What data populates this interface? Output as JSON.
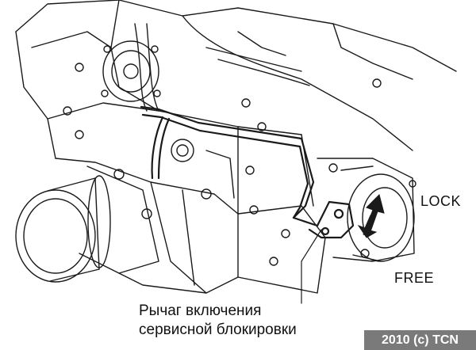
{
  "labels": {
    "lock": "LOCK",
    "free": "FREE",
    "caption_line1": "Рычаг включения",
    "caption_line2": "сервисной блокировки"
  },
  "watermark": {
    "text": "2010 (c) TCN",
    "background": "#7a7a7a",
    "color": "#ffffff"
  },
  "colors": {
    "line": "#1a1a1a",
    "background": "#ffffff"
  }
}
